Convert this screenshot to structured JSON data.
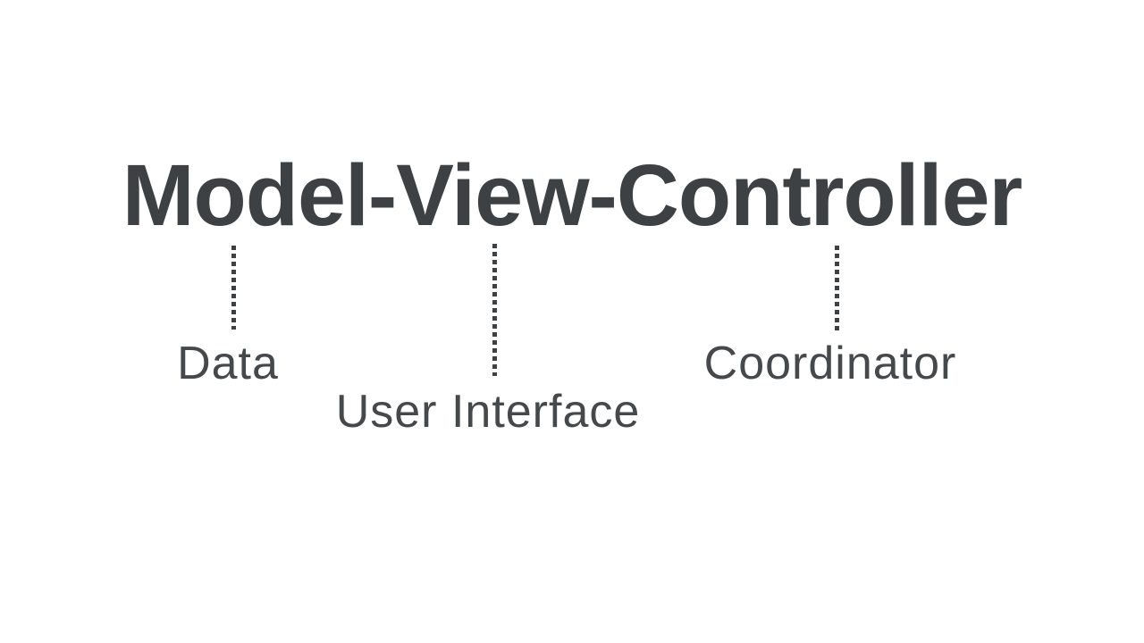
{
  "slide": {
    "title": "Model-View-Controller",
    "mappings": [
      {
        "component": "Model",
        "meaning": "Data"
      },
      {
        "component": "View",
        "meaning": "User Interface"
      },
      {
        "component": "Controller",
        "meaning": "Coordinator"
      }
    ]
  },
  "colors": {
    "background": "#ffffff",
    "title_text": "#3e4144",
    "label_text": "#46494c",
    "leader_line": "#3e4144"
  }
}
